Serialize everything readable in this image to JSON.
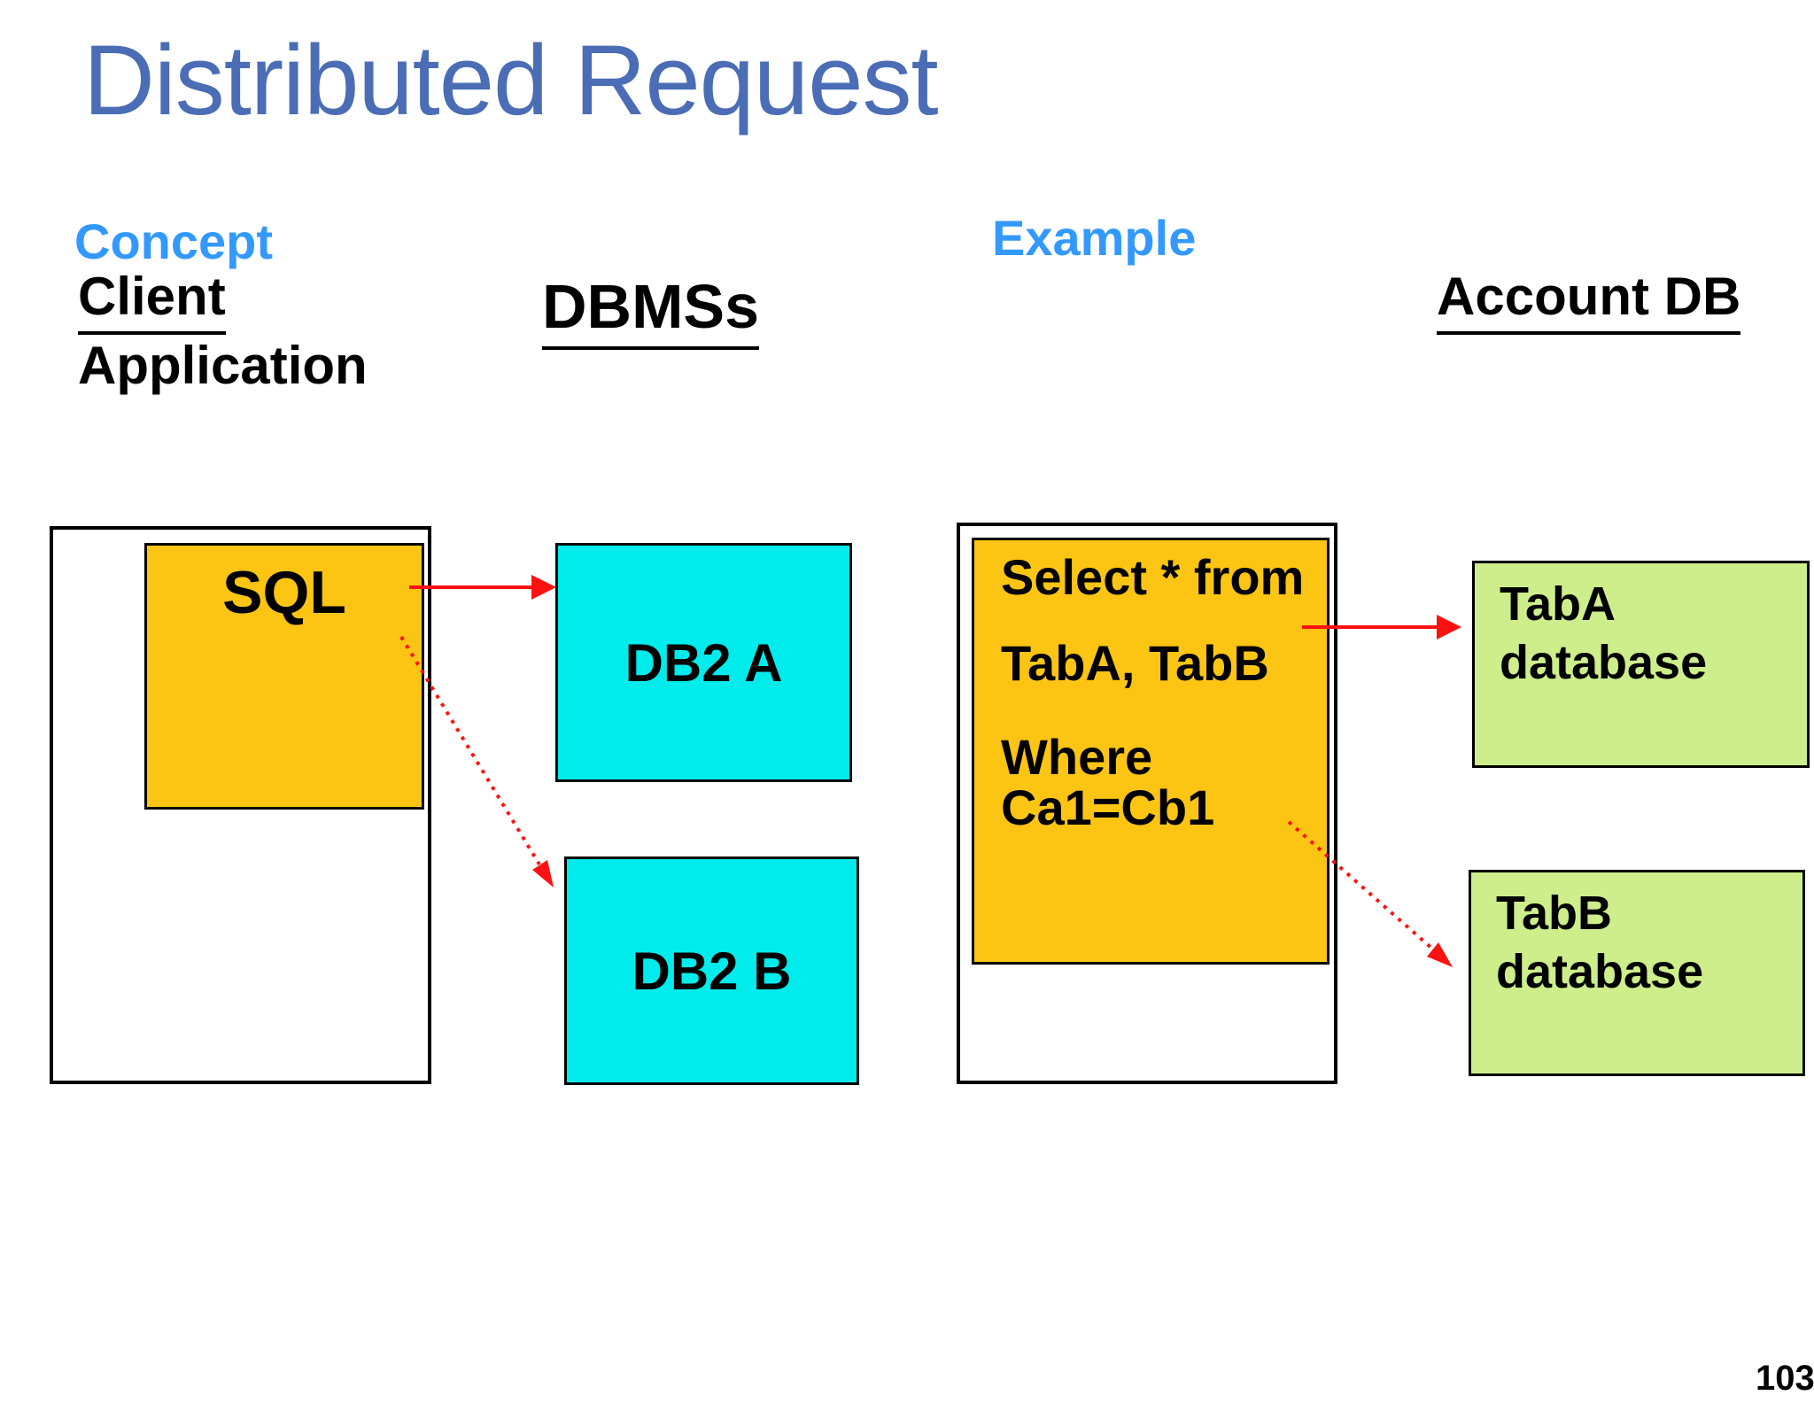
{
  "slide": {
    "title": "Distributed Request",
    "page_number": "103"
  },
  "concept": {
    "section_label": "Concept",
    "client_label": [
      "Client",
      "Application"
    ],
    "dbms_label": "DBMSs",
    "sql_box_label": "SQL",
    "db2_a_label": "DB2 A",
    "db2_b_label": "DB2 B"
  },
  "example": {
    "section_label": "Example",
    "account_db_label": "Account DB",
    "query_lines": [
      "Select * from",
      "TabA, TabB",
      "Where",
      "Ca1=Cb1"
    ],
    "tab_a_label": [
      "TabA",
      "database"
    ],
    "tab_b_label": [
      "TabB",
      "database"
    ]
  },
  "colors": {
    "title_text": "#4a6db5",
    "section_label_text": "#3399ff",
    "query_box_fill": "#fcc513",
    "dbms_box_fill": "#00ecec",
    "database_box_fill": "#cdee8b",
    "arrow_red": "#ff1111"
  },
  "connections": [
    {
      "from": "SQL",
      "to": "DB2 A",
      "style": "solid"
    },
    {
      "from": "SQL",
      "to": "DB2 B",
      "style": "dotted"
    },
    {
      "from": "query",
      "to": "TabA database",
      "style": "solid"
    },
    {
      "from": "query",
      "to": "TabB database",
      "style": "dotted"
    }
  ]
}
